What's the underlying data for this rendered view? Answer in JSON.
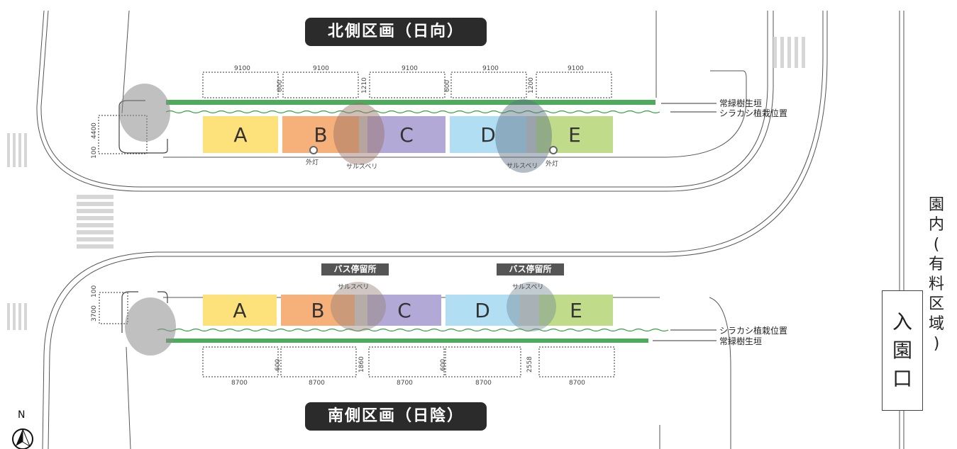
{
  "north": {
    "title": "北側区画（日向）",
    "stalls": [
      "A",
      "B",
      "C",
      "D",
      "E"
    ],
    "widths": [
      "9100",
      "9100",
      "9100",
      "9100",
      "9100"
    ],
    "depth_labels": [
      "600",
      "1210",
      "600",
      "1200"
    ],
    "side_dims": [
      "4400",
      "100"
    ],
    "hedge_label": "常緑樹生垣",
    "oak_label": "シラカシ植栽位置",
    "lamp_label": "外灯",
    "tree_label": "サルスベリ"
  },
  "south": {
    "title": "南側区画（日陰）",
    "stalls": [
      "A",
      "B",
      "C",
      "D",
      "E"
    ],
    "widths": [
      "8700",
      "8700",
      "8700",
      "8700",
      "8700"
    ],
    "depth_labels": [
      "600",
      "1860",
      "600",
      "2558"
    ],
    "side_dims": [
      "100",
      "3700"
    ],
    "hedge_label": "常緑樹生垣",
    "oak_label": "シラカシ植栽位置",
    "bus_stop": "バス停留所",
    "tree_label": "サルスベリ"
  },
  "entrance": {
    "chars": [
      "入",
      "園",
      "口"
    ]
  },
  "paid_area": {
    "chars": [
      "園",
      "内",
      "(",
      "有",
      "料",
      "区",
      "域",
      ")"
    ]
  },
  "compass": "N",
  "colors": {
    "A": "#fde17a",
    "B": "#f6b07a",
    "C": "#b2a9d6",
    "D": "#b2def4",
    "E": "#c0dc8a",
    "hedge": "#2e9e3e"
  }
}
